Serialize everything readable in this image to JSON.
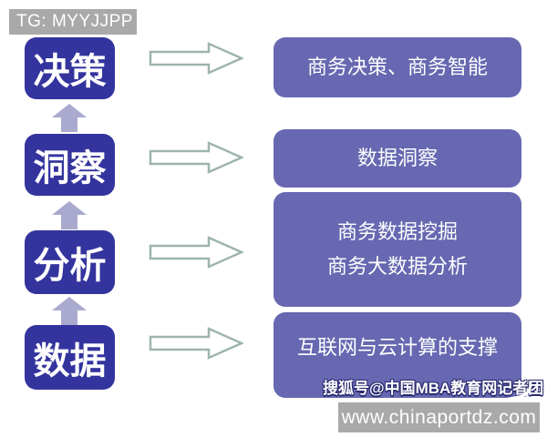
{
  "badge": {
    "text": "TG: MYYJJPP"
  },
  "flow": {
    "stages": [
      {
        "label": "决策",
        "desc": [
          "商务决策、商务智能"
        ]
      },
      {
        "label": "洞察",
        "desc": [
          "数据洞察"
        ]
      },
      {
        "label": "分析",
        "desc": [
          "商务数据挖掘",
          "商务大数据分析"
        ]
      },
      {
        "label": "数据",
        "desc": [
          "互联网与云计算的支撑"
        ]
      }
    ],
    "direction_vertical": "bottom-to-top",
    "direction_horizontal": "left-to-right"
  },
  "watermark": {
    "text": "搜狐号@中国MBA教育网记者团"
  },
  "footer": {
    "url": "www.chinaportdz.com"
  },
  "icons": {
    "up_arrow": "up-arrow",
    "right_arrow": "right-arrow"
  },
  "colors": {
    "stage_box": "#34349e",
    "desc_box": "#6768b1",
    "up_arrow_fill": "#a9aace",
    "right_arrow_stroke": "#9eb4ad",
    "gray_bar": "#a9a9a9",
    "text_on_boxes": "#ffffff",
    "watermark_outline": "#2b2b72",
    "background": "#ffffff"
  }
}
